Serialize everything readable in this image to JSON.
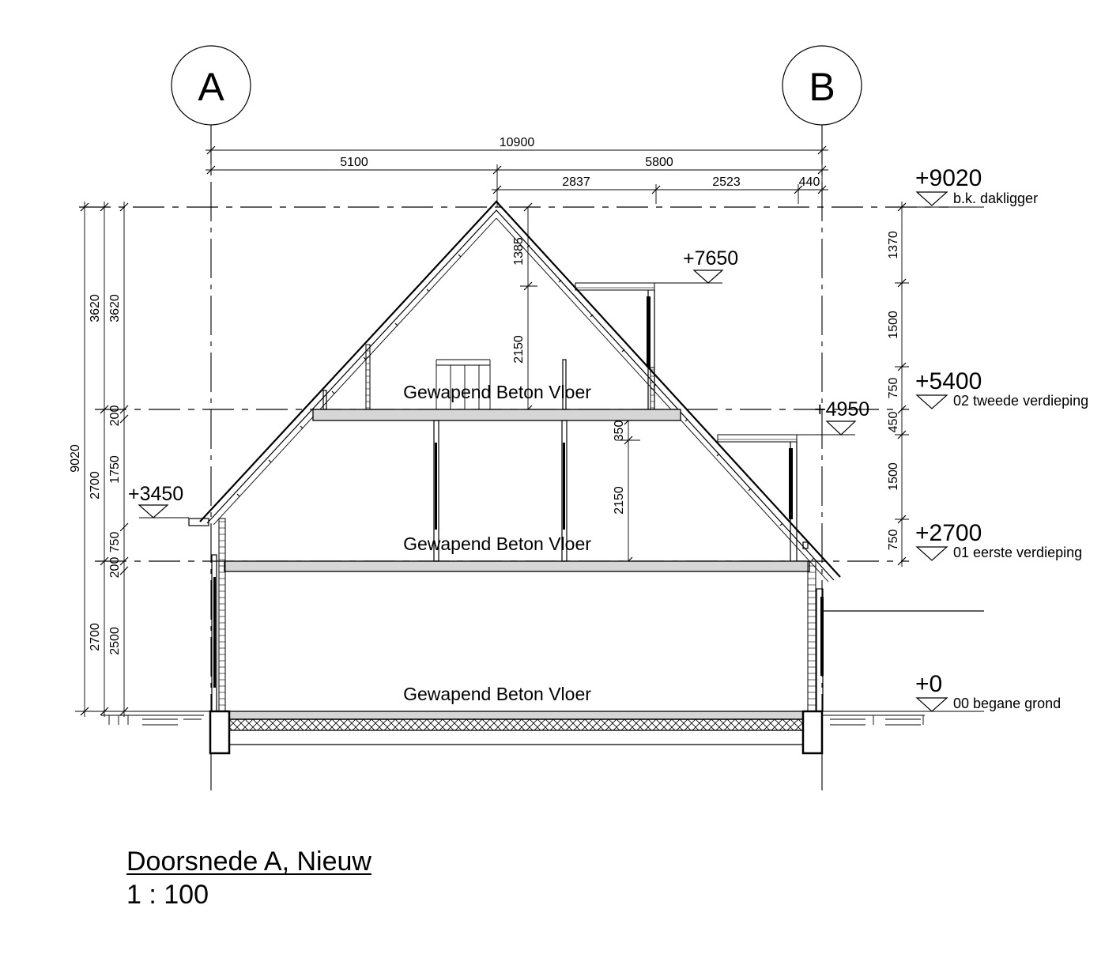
{
  "grid_axes": {
    "left": "A",
    "right": "B"
  },
  "dimensions": {
    "total_width": "10900",
    "left_part": "5100",
    "right_part": "5800",
    "right_sub1": "2837",
    "right_sub2": "2523",
    "right_sub3": "440",
    "left_total_height": "9020",
    "left_col2_top": "3620",
    "left_col2_mid": "2700",
    "left_col2_bot": "2700",
    "left_col3_top": "3620",
    "left_col3_200a": "200",
    "left_col3_1750": "1750",
    "left_col3_750": "750",
    "left_col3_200b": "200",
    "left_col3_2500": "2500",
    "ridge_1385": "1385",
    "ridge_2150": "2150",
    "mid_350": "350",
    "mid_2150": "2150",
    "right_1370": "1370",
    "right_1500a": "1500",
    "right_750a": "750",
    "right_450": "450",
    "right_1500b": "1500",
    "right_750b": "750"
  },
  "levels": {
    "top": {
      "value": "+9020",
      "name": "b.k. dakligger"
    },
    "dormer_upper": {
      "value": "+7650"
    },
    "second": {
      "value": "+5400",
      "name": "02 tweede verdieping"
    },
    "dormer_lower": {
      "value": "+4950"
    },
    "eave": {
      "value": "+3450"
    },
    "first": {
      "value": "+2700",
      "name": "01 eerste verdieping"
    },
    "ground": {
      "value": "+0",
      "name": "00 begane grond"
    }
  },
  "floor_labels": {
    "second": "Gewapend Beton Vloer",
    "first": "Gewapend Beton Vloer",
    "ground": "Gewapend Beton Vloer"
  },
  "title": "Doorsnede A, Nieuw",
  "scale": "1 : 100"
}
